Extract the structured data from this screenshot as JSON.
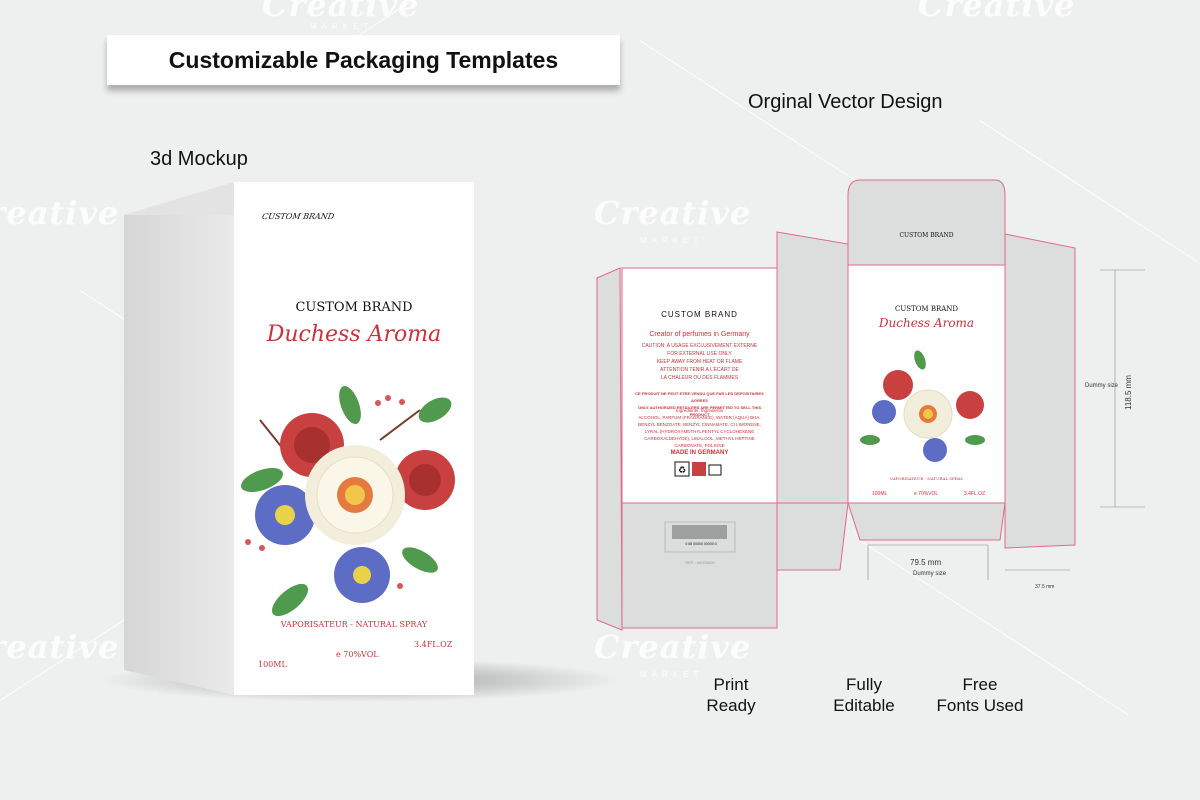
{
  "banner_title": "Customizable Packaging Templates",
  "mockup_label": "3d Mockup",
  "vector_label": "Orginal Vector Design",
  "watermark": {
    "text": "Creative",
    "sub": "MARKET"
  },
  "mockup": {
    "top_brand": "CUSTOM BRAND",
    "brand": "CUSTOM BRAND",
    "product": "Duchess Aroma",
    "tagline": "VAPORISATEUR - NATURAL SPRAY",
    "volume_ml": "100ML",
    "alcohol": "e 70%VOL",
    "volume_oz": "3.4FL.OZ"
  },
  "dieline": {
    "top_brand": "CUSTOM BRAND",
    "brand": "CUSTOM BRAND",
    "product": "Duchess Aroma",
    "tagline": "VAPORISATEUR - NATURAL SPRAY",
    "volume_ml": "100ML",
    "alcohol": "e 70%VOL",
    "volume_oz": "3.4FL.OZ",
    "back_brand": "CUSTOM BRAND",
    "back_tagline": "Creator of perfumes in Germany",
    "back_lines": [
      "CAUTION: A USAGE EXCLUSIVEMENT EXTERNE",
      "FOR EXTERNAL USE ONLY",
      "KEEP AWAY FROM HEAT OR FLAME",
      "ATTENTION TENIR A L'ECART DE",
      "LA CHALEUR OU DES FLAMMES"
    ],
    "back_notice_1": "CE PRODUIT NE PEUT ETRE VENDU QUE PAR LES DEPOSITAIRES AGREES",
    "back_notice_2": "ONLY AUTHORIZED RETAILERS ARE PERMITTED TO SELL THIS PRODUCT",
    "ingredients_title": "Ingredients: Ingredients",
    "ingredients": "ALCOHOL, PARFUM (FRAGRANCE), WATER (AQUA) BHA, BENZYL BENZOATE, BENZYL CINNAMATE, CI LIMONENE, LYRAL (HYDROXYMETHYLPENTYL CYCLOHEXENE CARBOXALDEHYDE), LINALOOL, METHYL HEPTINE CARBONATE, POLIONE",
    "made_in": "MADE IN GERMANY",
    "barcode": "0  65  00000  00000  0",
    "ref": "REF : 00000000",
    "dim_height": "118.5 mm",
    "dim_height_note": "Dummy size",
    "dim_width": "79.5 mm",
    "dim_width_note": "Dummy size",
    "dim_depth": "37.5 mm"
  },
  "features": [
    {
      "line1": "Print",
      "line2": "Ready"
    },
    {
      "line1": "Fully",
      "line2": "Editable"
    },
    {
      "line1": "Free",
      "line2": "Fonts Used"
    }
  ],
  "colors": {
    "accent_red": "#c9333b",
    "background": "#eef0ef",
    "dieline_gray": "#dcdedd",
    "cut_line": "#e06a86"
  }
}
